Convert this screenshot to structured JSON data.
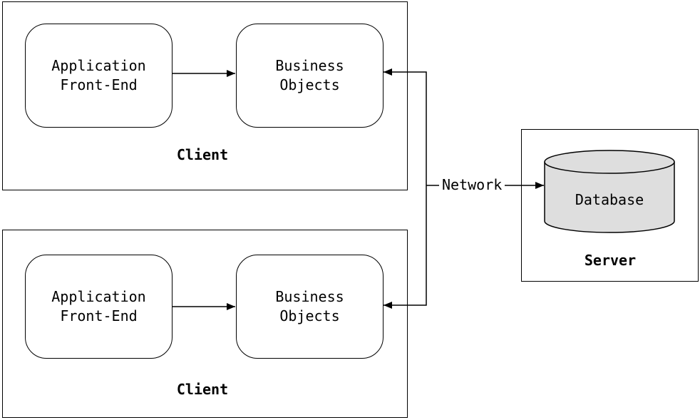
{
  "client_top": {
    "label": "Client",
    "frontend": {
      "line1": "Application",
      "line2": "Front-End"
    },
    "business": {
      "line1": "Business",
      "line2": "Objects"
    }
  },
  "client_bottom": {
    "label": "Client",
    "frontend": {
      "line1": "Application",
      "line2": "Front-End"
    },
    "business": {
      "line1": "Business",
      "line2": "Objects"
    }
  },
  "network": {
    "label": "Network"
  },
  "server": {
    "label": "Server",
    "database": "Database"
  },
  "colors": {
    "line": "#000000",
    "database_fill": "#dedede"
  }
}
